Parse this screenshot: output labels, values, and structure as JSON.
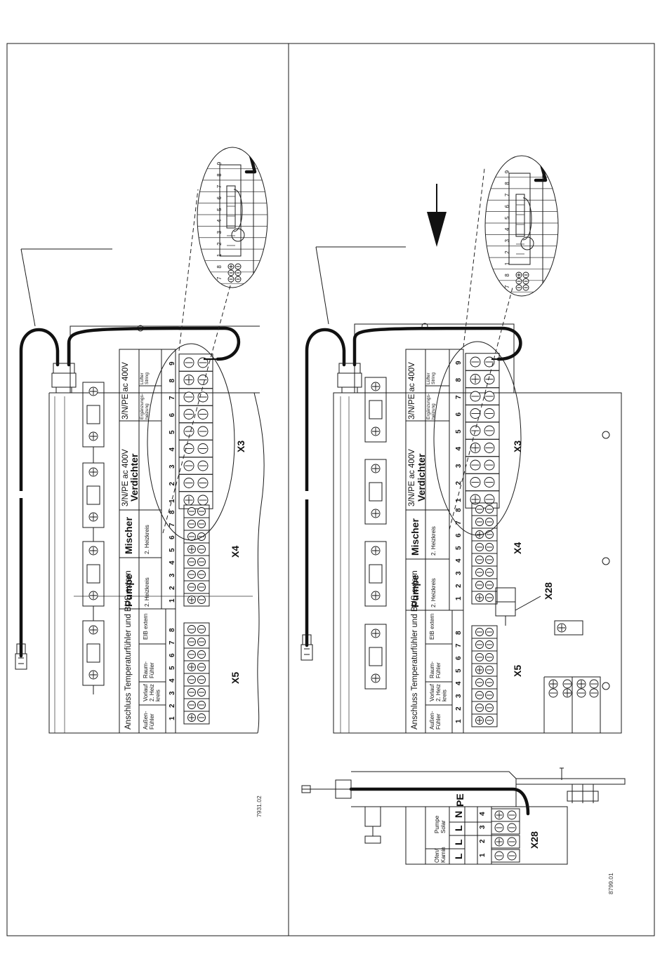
{
  "left_panel": {
    "header": "Anschluss Temperaturfühler und BUS extern",
    "x5": {
      "group_labels": [
        "Außen-\nFühler",
        "Vorlauf\n2. Heiz\nkreis",
        "Raum-\nFühler",
        "EIB extern"
      ],
      "terminal_numbers": [
        "1",
        "2",
        "3",
        "4",
        "5",
        "6",
        "7",
        "8"
      ],
      "label": "X5"
    },
    "x4": {
      "pumpe_title": "Pumpe",
      "pumpe_sub": "2. Heizkreis",
      "mischer_title": "Mischer",
      "mischer_sub": "2. Heizkreis",
      "terminal_numbers": [
        "1",
        "2",
        "3",
        "4",
        "5",
        "6",
        "7",
        "8"
      ],
      "label": "X4"
    },
    "x3": {
      "verdichter_supply": "3/N/PE ac 400V",
      "verdichter_title": "Verdichter",
      "aux_supply": "3/N/PE ac 400V",
      "aux_sub_1": "Ergänzungs-\nheizung",
      "aux_sub_2": "Lüfter\nString",
      "terminal_numbers": [
        "1",
        "2",
        "3",
        "4",
        "5",
        "6",
        "7",
        "8",
        "9"
      ],
      "label": "X3"
    },
    "detail_numbers": [
      "7",
      "8",
      "1",
      "2",
      "3",
      "4",
      "5",
      "6",
      "7",
      "8",
      "9"
    ],
    "drawing_code": "7931.02"
  },
  "right_panel": {
    "header": "Anschluss Temperaturfühler und BUS extern",
    "x5": {
      "group_labels": [
        "Außen-\nFühler",
        "Vorlauf\n2. Heiz\nkreis",
        "Raum-\nFühler",
        "EIB extern"
      ],
      "terminal_numbers": [
        "1",
        "2",
        "3",
        "4",
        "5",
        "6",
        "7",
        "8"
      ],
      "label": "X5"
    },
    "x4": {
      "pumpe_title": "Pumpe",
      "pumpe_sub": "2. Heizkreis",
      "mischer_title": "Mischer",
      "mischer_sub": "2. Heizkreis",
      "terminal_numbers": [
        "1",
        "2",
        "3",
        "4",
        "5",
        "6",
        "7",
        "8"
      ],
      "label": "X4"
    },
    "x3": {
      "verdichter_supply": "3/N/PE ac 400V",
      "verdichter_title": "Verdichter",
      "aux_supply": "3/N/PE ac 400V",
      "aux_sub_1": "Ergänzungs-\nheizung",
      "aux_sub_2": "Lüfter\nString",
      "terminal_numbers": [
        "1",
        "2",
        "3",
        "4",
        "5",
        "6",
        "7",
        "8",
        "9"
      ],
      "label": "X3"
    },
    "x28_label": "X28",
    "detail_numbers": [
      "7",
      "8",
      "1",
      "2",
      "3",
      "4",
      "5",
      "6",
      "7",
      "8",
      "9"
    ],
    "x28_detail": {
      "ofen_label": "Ofen/\nKamin",
      "pumpe_label": "Pumpe\nSolar",
      "phase_letters": [
        "L",
        "L",
        "L",
        "N",
        "PE"
      ],
      "terminal_numbers": [
        "1",
        "2",
        "3",
        "4"
      ],
      "label": "X28"
    },
    "drawing_code": "8799.01"
  }
}
